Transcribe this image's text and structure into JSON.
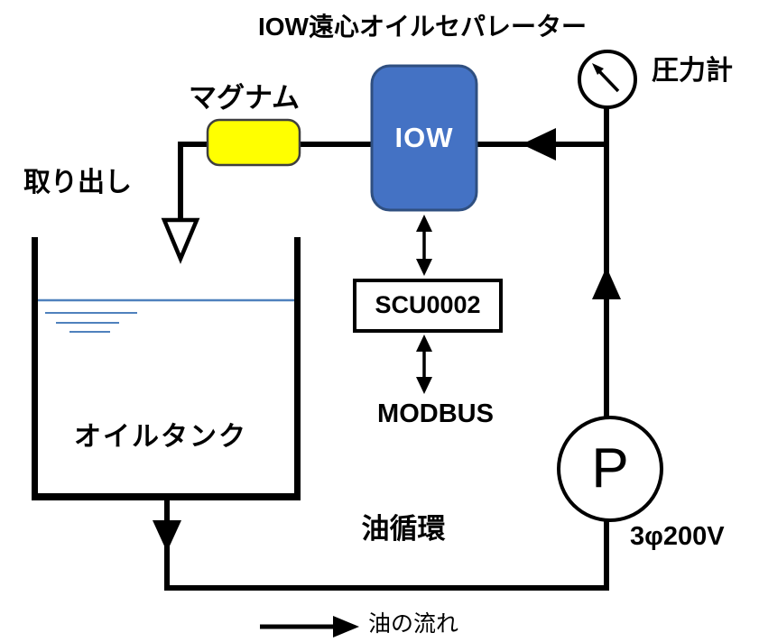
{
  "diagram": {
    "title": "IOW遠心オイルセパレーター",
    "nodes": {
      "separator_label": "IOW",
      "magnum_label": "マグナム",
      "pressure_gauge_label": "圧力計",
      "takeout_label": "取り出し",
      "oil_tank_label": "オイルタンク",
      "controller_label": "SCU0002",
      "bus_label": "MODBUS",
      "pump_label": "P",
      "power_label": "3φ200V",
      "circulation_label": "油循環"
    },
    "legend": {
      "flow_label": "油の流れ"
    },
    "colors": {
      "separator_fill": "#4472c4",
      "separator_border": "#2f4f80",
      "magnum_fill": "#ffff00",
      "magnum_border": "#3f3f3f",
      "oil_level_line": "#4f81bd",
      "line": "#000000",
      "background": "#ffffff"
    }
  }
}
